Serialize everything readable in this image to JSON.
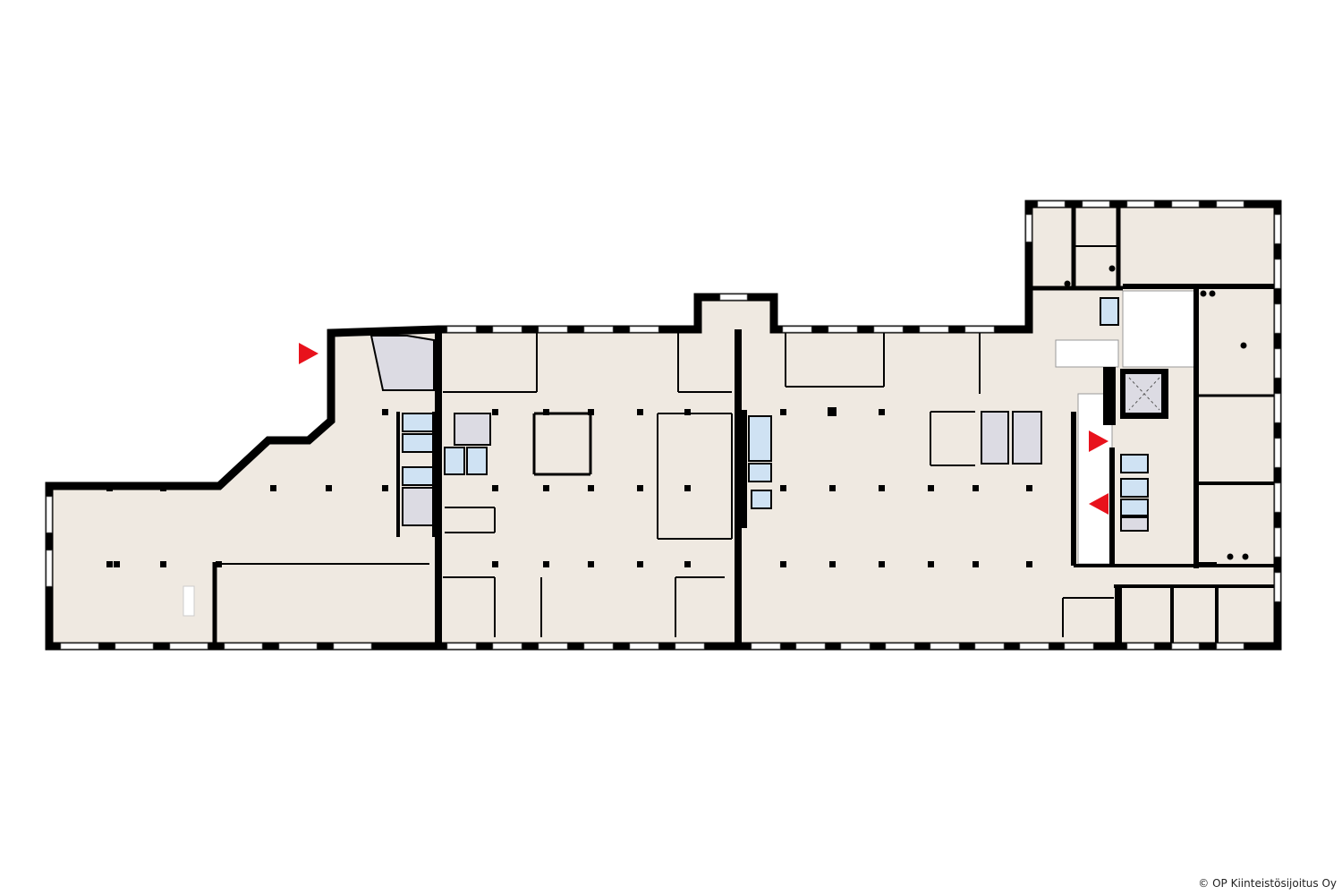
{
  "plan": {
    "copyright": "© OP Kiinteistösijoitus Oy",
    "colors": {
      "floor": "#efe9e1",
      "wall": "#000000",
      "wet_room": "#cfe2f3",
      "storage": "#dcdbe3",
      "stair": "#ffffff",
      "entrance_marker": "#e8121c"
    },
    "entrance_markers": [
      {
        "direction": "right"
      },
      {
        "direction": "right"
      },
      {
        "direction": "left"
      }
    ]
  }
}
